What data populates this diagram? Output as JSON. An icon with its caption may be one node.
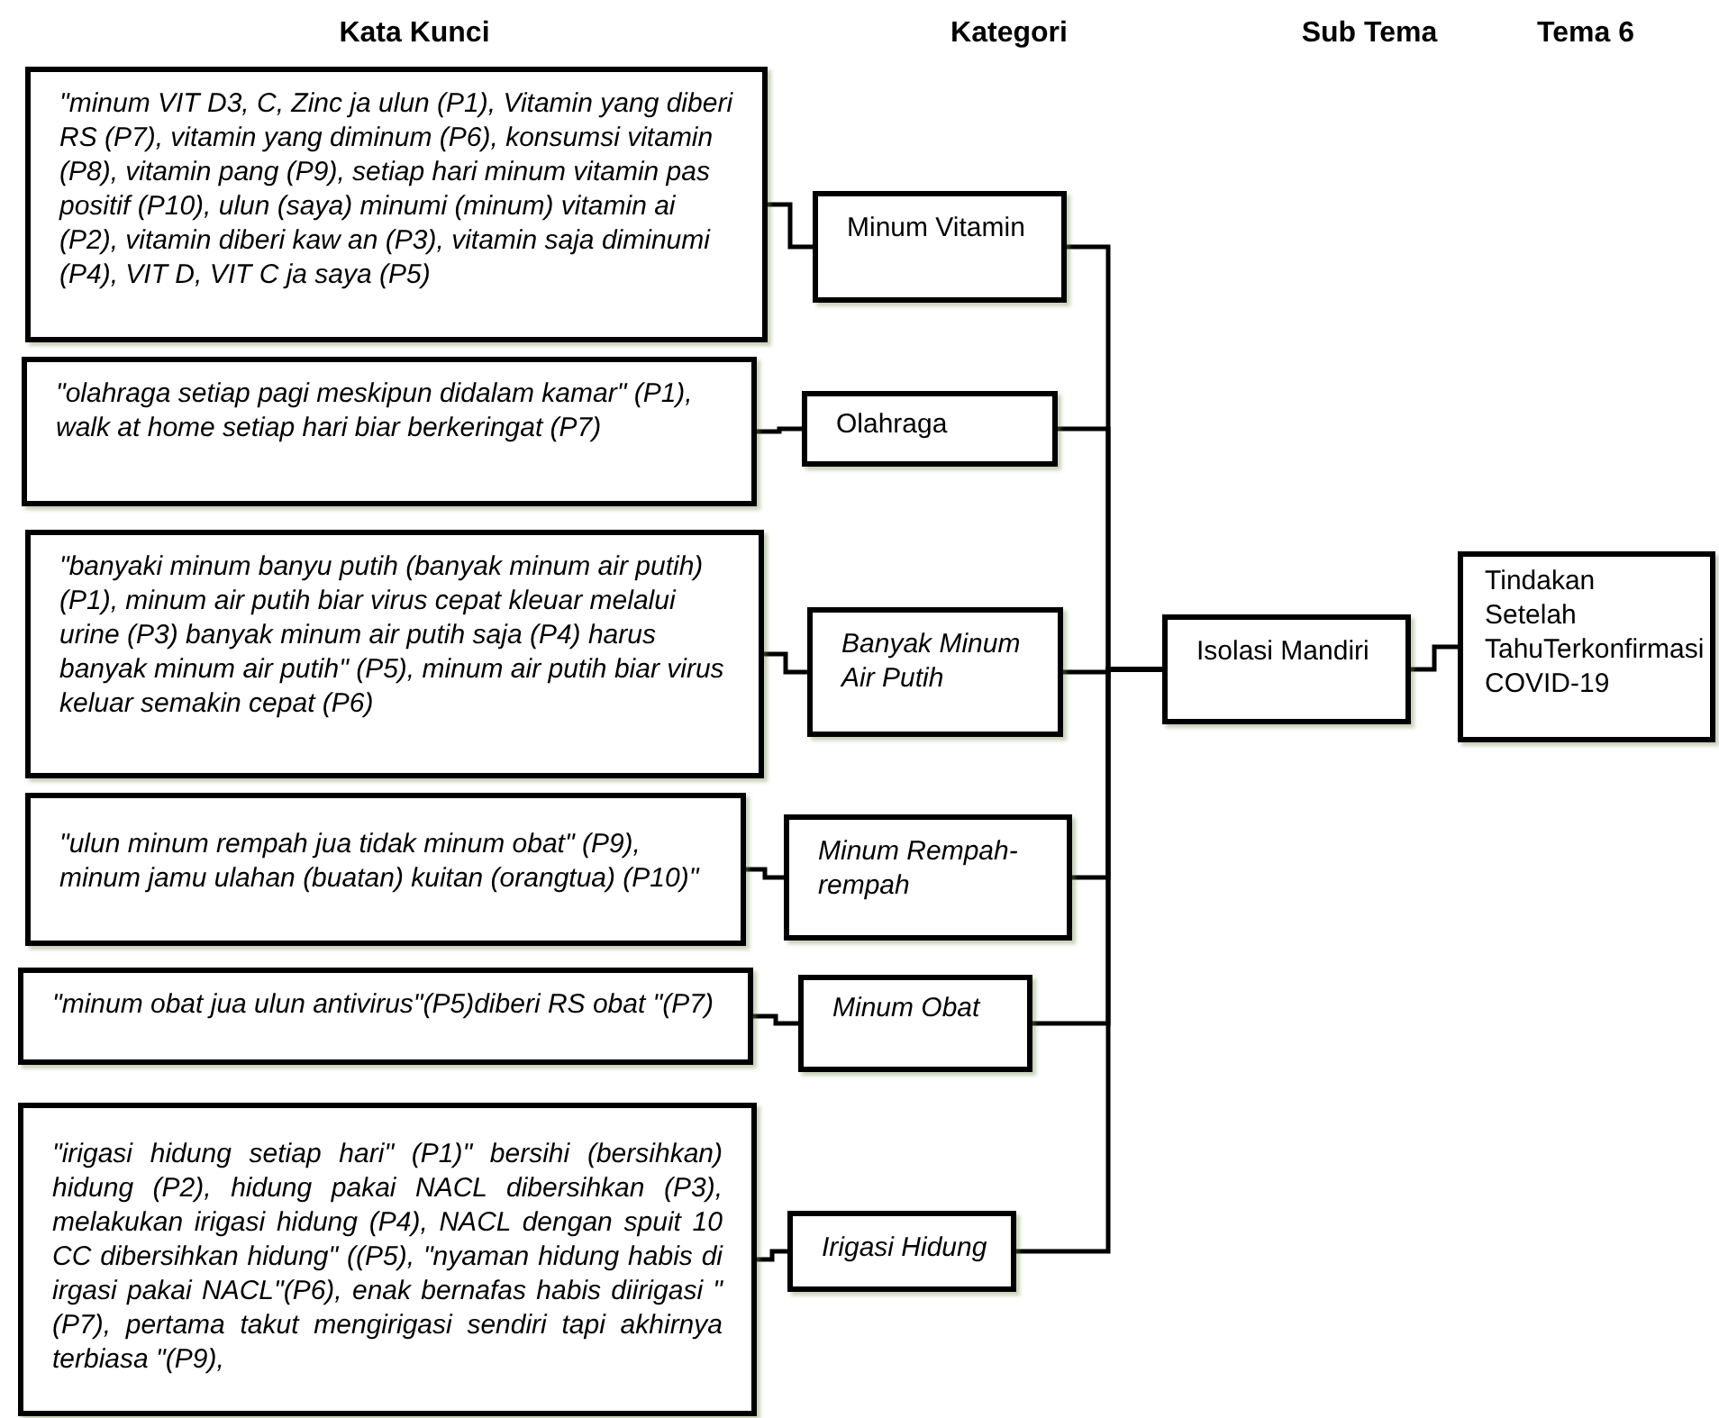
{
  "diagram": {
    "nodes": [
      {
        "text": [
          "\"minum VIT D3, C, Zinc ja ulun (P1), Vitamin yang diberi RS (P7), vitamin yang diminum (P6), konsumsi vitamin (P8), vitamin pang (P9), setiap hari minum vitamin pas positif (P10), ulun (saya) minumi (minum) vitamin ai (P2), vitamin diberi kaw an (P3), vitamin saja diminumi (P4), VIT D, VIT C ja saya (P5)"
        ]
      },
      {
        "text": [
          "\"olahraga setiap pagi meskipun didalam kamar\" (P1), walk at home setiap hari biar berkeringat (P7)"
        ]
      },
      {
        "text": [
          "\"banyaki minum banyu putih (banyak minum air putih) (P1), minum air putih biar virus cepat kleuar melalui urine (P3) banyak minum air putih saja (P4) harus banyak minum air putih\" (P5), minum air putih biar virus keluar semakin cepat (P6)"
        ]
      },
      {
        "text": [
          "\"ulun minum rempah jua tidak minum obat\" (P9), minum jamu ulahan (buatan) kuitan (orangtua) (P10)\""
        ]
      },
      {
        "text": [
          "\"minum obat jua ulun antivirus\"(P5)diberi RS obat \"(P7)"
        ]
      },
      {
        "text": [
          "\"irigasi hidung setiap hari\" (P1)\" bersihi (bersihkan) hidung (P2), hidung pakai NACL dibersihkan (P3), melakukan irigasi hidung (P4), NACL dengan spuit 10 CC dibersihkan hidung\" ((P5), \"nyaman hidung habis di irgasi pakai NACL\"(P6), enak bernafas habis diirigasi \"(P7), pertama takut mengirigasi sendiri tapi akhirnya terbiasa \"(P9),"
        ]
      },
      {
        "text": [
          "Minum Vitamin"
        ]
      },
      {
        "text": [
          "Olahraga"
        ]
      },
      {
        "text": [
          "Banyak Minum Air Putih"
        ]
      },
      {
        "text": [
          "Minum Rempah-rempah"
        ]
      },
      {
        "text": [
          "Minum Obat"
        ]
      },
      {
        "text": [
          "Irigasi Hidung"
        ]
      },
      {
        "text": [
          "Isolasi Mandiri"
        ]
      },
      {
        "text": [
          "Tindakan Setelah TahuTerkonfirmasi COVID-19"
        ]
      }
    ],
    "edges": [
      {
        "from": 0,
        "to": 6,
        "arrow": "none"
      },
      {
        "from": 1,
        "to": 7,
        "arrow": "none"
      },
      {
        "from": 2,
        "to": 8,
        "arrow": "none"
      },
      {
        "from": 3,
        "to": 9,
        "arrow": "none"
      },
      {
        "from": 4,
        "to": 10,
        "arrow": "none"
      },
      {
        "from": 5,
        "to": 11,
        "arrow": "none"
      },
      {
        "from": 6,
        "to": 12,
        "arrow": "none"
      },
      {
        "from": 7,
        "to": 12,
        "arrow": "none"
      },
      {
        "from": 8,
        "to": 12,
        "arrow": "none"
      },
      {
        "from": 9,
        "to": 12,
        "arrow": "none"
      },
      {
        "from": 10,
        "to": 12,
        "arrow": "none"
      },
      {
        "from": 11,
        "to": 12,
        "arrow": "none"
      },
      {
        "from": 12,
        "to": 13,
        "arrow": "none"
      }
    ],
    "labels": [
      "Kata Kunci",
      "Kategori",
      "Sub Tema",
      "Tema 6"
    ]
  }
}
